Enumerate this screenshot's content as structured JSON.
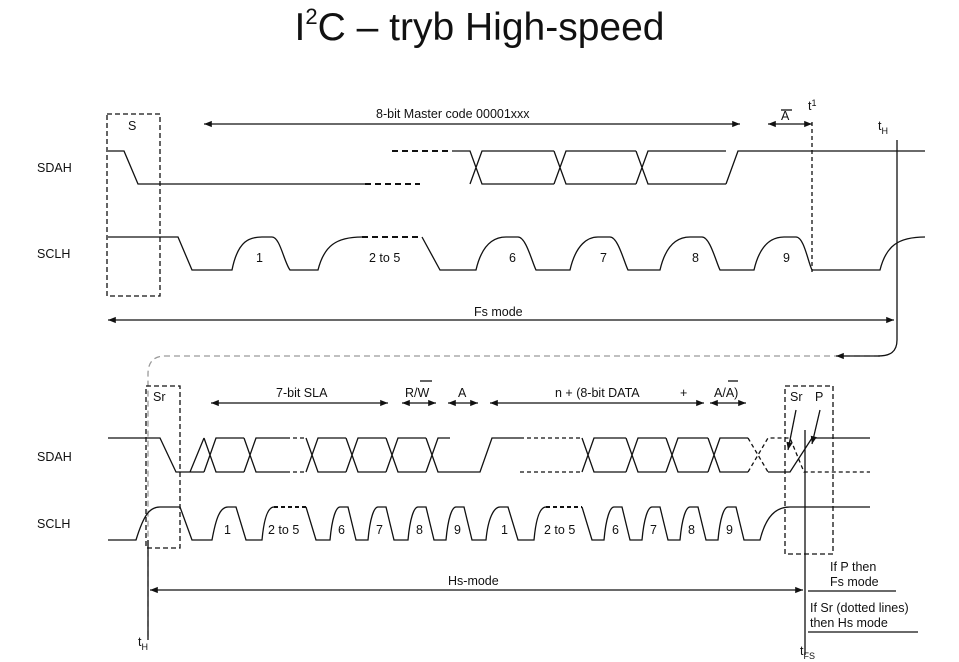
{
  "title": {
    "pre": "I",
    "sup": "2",
    "post": "C – tryb High-speed"
  },
  "colors": {
    "line": "#111111",
    "dashed_return": "#9a9a9a"
  },
  "top": {
    "sdah": "SDAH",
    "sclh": "SCLH",
    "s": "S",
    "master_code": "8-bit Master code 00001xxx",
    "ack": "A",
    "t1": "t",
    "t1_sub": "1",
    "th": "t",
    "th_sub": "H",
    "pulses": [
      "1",
      "2 to 5",
      "6",
      "7",
      "8",
      "9"
    ],
    "fs_mode": "Fs mode"
  },
  "bottom": {
    "sdah": "SDAH",
    "sclh": "SCLH",
    "sr": "Sr",
    "sla": "7-bit SLA",
    "rw": "R/",
    "rw_bar": "W",
    "a": "A",
    "data": "n + (8-bit DATA",
    "plus": "+",
    "aa": "A/",
    "aa_bar": "A",
    "aa_close": ")",
    "sr_end": "Sr",
    "p": "P",
    "pulses": [
      "1",
      "2 to 5",
      "6",
      "7",
      "8",
      "9",
      "1",
      "2 to 5",
      "6",
      "7",
      "8",
      "9"
    ],
    "hs_mode": "Hs-mode",
    "note_p_1": "If P then",
    "note_p_2": "Fs mode",
    "note_sr_1": "If Sr (dotted lines)",
    "note_sr_2": "then Hs mode",
    "th": "t",
    "th_sub": "H",
    "tfs": "t",
    "tfs_sub": "FS"
  }
}
